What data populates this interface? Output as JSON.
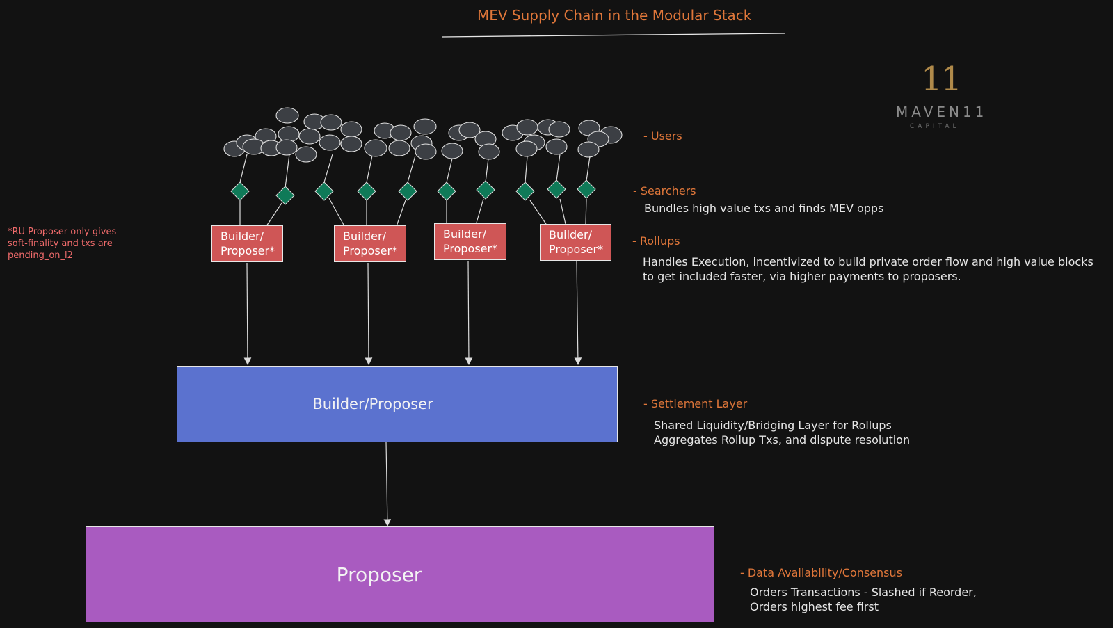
{
  "title": "MEV Supply Chain in the Modular Stack",
  "logo": {
    "mark": "11",
    "name": "MAVEN11",
    "sub": "CAPITAL"
  },
  "note": [
    "*RU Proposer only gives",
    "soft-finality and txs are",
    "pending_on_l2"
  ],
  "rollup_box_label": [
    "Builder/",
    "Proposer*"
  ],
  "settlement_box_label": "Builder/Proposer",
  "da_box_label": "Proposer",
  "legend": {
    "users": "- Users",
    "searchers": "- Searchers",
    "searchers_desc": "Bundles high value txs and finds MEV opps",
    "rollups": "- Rollups",
    "rollups_desc": [
      "Handles Execution, incentivized to build private order flow and high value blocks",
      "to get included faster, via higher payments to proposers."
    ],
    "settlement": "- Settlement Layer",
    "settlement_desc": [
      "Shared Liquidity/Bridging Layer for Rollups",
      "Aggregates Rollup Txs, and dispute resolution"
    ],
    "da": "- Data Availability/Consensus",
    "da_desc": [
      "Orders Transactions - Slashed if Reorder,",
      "Orders highest fee first"
    ]
  },
  "colors": {
    "background": "#121212",
    "title": "#e0773a",
    "rollup_box": "#cf5656",
    "settlement_box": "#5b72cf",
    "da_box": "#a95bc0",
    "searcher_diamond": "#0f7a58",
    "user_circle": "#3c3f44"
  }
}
